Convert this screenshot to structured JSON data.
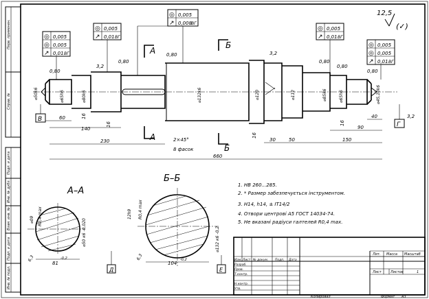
{
  "roughness": {
    "main": "12,5",
    "paren": "(✓)",
    "side": "3,2"
  },
  "sections": {
    "aa": "А–А",
    "bb": "Б–Б",
    "a": "А",
    "b": "Б"
  },
  "bases": {
    "v": "В",
    "g": "Г",
    "d": "Д",
    "e": "Е"
  },
  "tolerance_frames": [
    {
      "id": "left",
      "rows": [
        [
          "◎",
          "0,005",
          ""
        ],
        [
          "◎",
          "0,005",
          ""
        ],
        [
          "↗",
          "0,01",
          "ВГ"
        ]
      ]
    },
    {
      "id": "mid_left",
      "rows": [
        [
          "◎",
          "0,005",
          ""
        ],
        [
          "↗",
          "0,01",
          "ВГ"
        ]
      ]
    },
    {
      "id": "top",
      "rows": [
        [
          "◎",
          "0,005",
          ""
        ],
        [
          "↗",
          "0,008",
          "ВГ"
        ]
      ]
    },
    {
      "id": "mid_right",
      "rows": [
        [
          "◎",
          "0,005",
          ""
        ],
        [
          "↗",
          "0,01",
          "ВГ"
        ]
      ]
    },
    {
      "id": "right",
      "rows": [
        [
          "◎",
          "0,005",
          ""
        ],
        [
          "◎",
          "0,005",
          ""
        ],
        [
          "↗",
          "0,01",
          "ВГ"
        ]
      ]
    }
  ],
  "diameters": {
    "d50": "⌀50k6",
    "d65a": "⌀65h6",
    "d80": "⌀80k6",
    "d132": "⌀132k6",
    "d120": "⌀120",
    "d112": "⌀112",
    "d85": "⌀85k6",
    "d65b": "⌀65h6",
    "d45": "⌀45,10k6"
  },
  "roughness_small": {
    "r1": "0,80",
    "r2": "3,2",
    "r3": "0,80",
    "r4": "0,80",
    "r5": "3,2",
    "r6": "0,80",
    "r7": "0,80",
    "r8": "0,80"
  },
  "dimensions": {
    "d60": "60",
    "d16a": "16",
    "d140": "140",
    "d16b": "16",
    "d230": "230",
    "chamfer": "2×45°",
    "chamfer_count": "8 фасок",
    "d660": "660",
    "d16c": "16",
    "d30": "30",
    "d50": "50",
    "d150": "150",
    "d16d": "16",
    "d40": "40",
    "d90": "90"
  },
  "section_aa": {
    "depth": "⌀09",
    "bottom": "R0,4 max",
    "key_dia": "⌀50 к6 -0,020",
    "width": "81",
    "width_tol": "-0,2",
    "angle": "6,3"
  },
  "section_bb": {
    "depth": "12h9",
    "bottom": "R0,4 max",
    "key_dia": "⌀132 к6 -0,2",
    "width": "104",
    "width_tol": "-0,2",
    "angle": "6,3"
  },
  "notes": [
    "1. НВ 260...285.",
    "2. * Размер забезпечується інструментом.",
    "3. H14, h14, ± IT14/2",
    "4. Отвори центрові А5 ГОСТ 14034-74.",
    "5. Не вказані радіуси галтелей R0,4 max."
  ],
  "side_labels": [
    "Перв. применен.",
    "Справ. №",
    "Подп. и дата",
    "Инв. № дубл.",
    "Взам. инв. №",
    "Подп. и дата",
    "Инв. № подл."
  ],
  "title_block": {
    "izm": "Изм.",
    "list": "Лист",
    "ndoc": "№ докум.",
    "podp": "Подп.",
    "data": "Дата",
    "razrab": "Разраб.",
    "prov": "Пров.",
    "tkontr": "Т.контр.",
    "nkontr": "Н.контр.",
    "utv": "Утв.",
    "lit": "Лит.",
    "massa": "Масса",
    "masshtab": "Масштаб",
    "list_r": "Лист",
    "listov": "Листов",
    "listov_val": "1",
    "kopiroval": "Копировал",
    "format": "Формат",
    "format_val": "А3"
  }
}
